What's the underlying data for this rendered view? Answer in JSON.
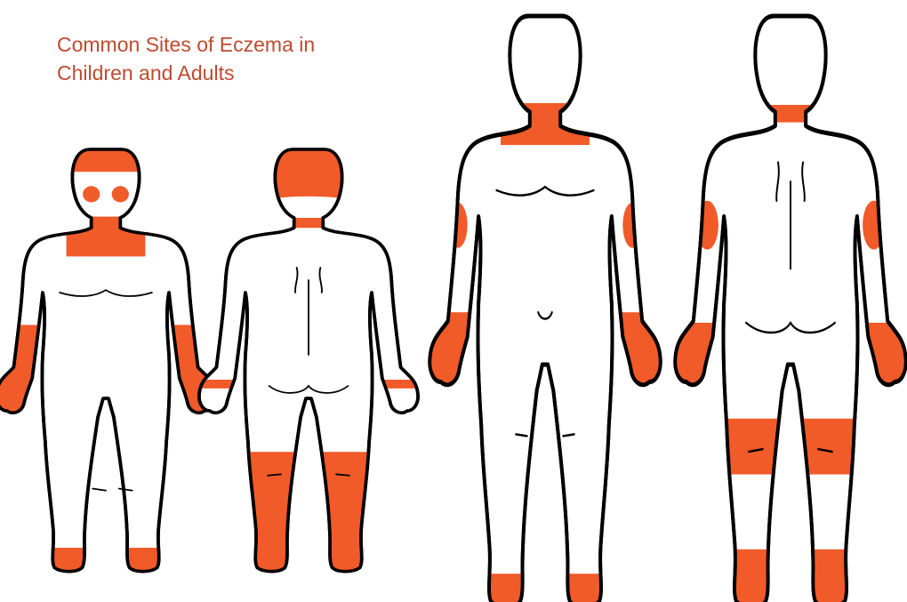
{
  "title": {
    "line1": "Common Sites of Eczema in",
    "line2": "Children and Adults"
  },
  "colors": {
    "eczema": "#f15a29",
    "title": "#bf4a2f",
    "outline": "#000000",
    "skin": "#ffffff"
  },
  "figures": [
    {
      "id": "child-front",
      "age": "child",
      "view": "front",
      "sites": [
        "forehead",
        "cheeks",
        "neck-upper-chest",
        "forearms",
        "hands",
        "feet"
      ]
    },
    {
      "id": "child-back",
      "age": "child",
      "view": "back",
      "sites": [
        "scalp",
        "nape",
        "wrists",
        "lower-legs",
        "feet"
      ]
    },
    {
      "id": "adult-front",
      "age": "adult",
      "view": "front",
      "sites": [
        "neck-upper-chest",
        "inner-elbows",
        "hands",
        "feet"
      ]
    },
    {
      "id": "adult-back",
      "age": "adult",
      "view": "back",
      "sites": [
        "nape",
        "elbows",
        "hands",
        "back-of-knees",
        "ankles",
        "feet"
      ]
    }
  ]
}
